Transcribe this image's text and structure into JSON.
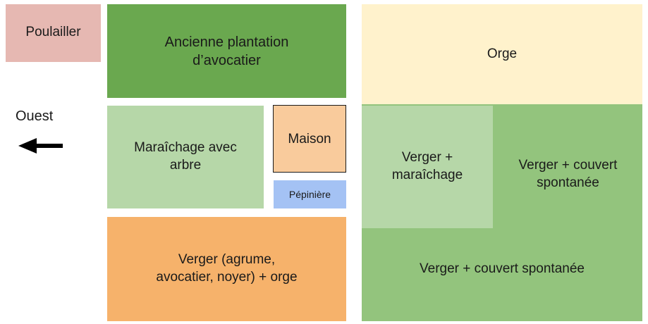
{
  "zones": {
    "poulailler": {
      "label": "Poulailler",
      "color": "#e6b8b2"
    },
    "avocatier": {
      "lines": [
        "Ancienne plantation",
        "d’avocatier"
      ],
      "color": "#6aa84f"
    },
    "maraichage": {
      "lines": [
        "Maraîchage avec",
        "arbre"
      ],
      "color": "#b6d7a8"
    },
    "maison": {
      "label": "Maison",
      "color": "#f9cb9c"
    },
    "pepiniere": {
      "label": "Pépinière",
      "color": "#a4c2f4"
    },
    "verger_orge": {
      "lines": [
        "Verger (agrume,",
        "avocatier, noyer) + orge"
      ],
      "color": "#f6b26b"
    },
    "orge": {
      "label": "Orge",
      "color": "#fff2cc"
    },
    "verger_maraichage": {
      "lines": [
        "Verger +",
        "maraîchage"
      ],
      "color": "#b6d7a8"
    },
    "verger_couvert_small": {
      "lines": [
        "Verger + couvert",
        "spontanée"
      ],
      "color": "#93c47d"
    },
    "verger_couvert_large": {
      "label": "Verger + couvert spontanée",
      "color": "#93c47d"
    }
  },
  "compass": {
    "label": "Ouest",
    "icon": "left-arrow-icon"
  }
}
